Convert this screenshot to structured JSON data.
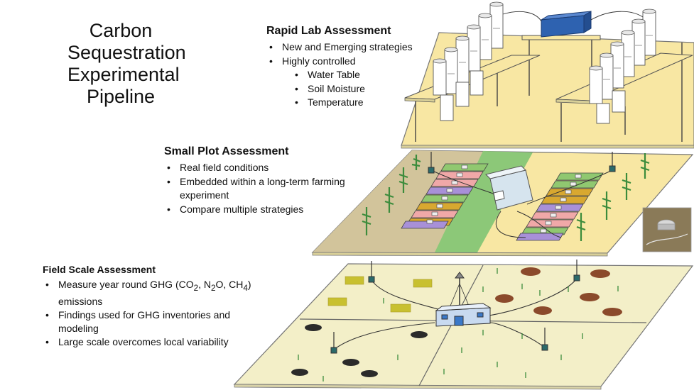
{
  "title": {
    "lines": [
      "Carbon",
      "Sequestration",
      "Experimental",
      "Pipeline"
    ]
  },
  "lab": {
    "heading": "Rapid Lab Assessment",
    "bullets": [
      "New and Emerging strategies",
      "Highly controlled"
    ],
    "sub_bullets": [
      "Water Table",
      "Soil Moisture",
      "Temperature"
    ]
  },
  "plot": {
    "heading": "Small Plot Assessment",
    "bullets": [
      "Real field conditions",
      "Embedded within a long-term farming experiment",
      "Compare multiple strategies"
    ]
  },
  "field": {
    "heading": "Field Scale Assessment",
    "bullet1_prefix": "Measure year round GHG (CO",
    "bullet1_sub1": "2",
    "bullet1_mid1": ", N",
    "bullet1_sub2": "2",
    "bullet1_mid2": "O, CH",
    "bullet1_sub3": "4",
    "bullet1_suffix": ") emissions",
    "bullets": [
      "Findings used for GHG inventories and modeling",
      "Large scale overcomes local variability"
    ]
  },
  "colors": {
    "platform_yellow": "#f8e7a3",
    "plot_tan": "#d2c49b",
    "plot_green": "#8cc878",
    "field_green": "#f3efc8",
    "soil_pile": "#8b4a2b",
    "dark_pile": "#2b2b2b",
    "building_blue": "#c8daf0",
    "lab_box_blue": "#2e62b0",
    "plot_pink": "#f0a8a8",
    "plot_purple": "#a890d8",
    "plot_gold": "#d8a830",
    "plot_lightgreen": "#90c870",
    "corn_green": "#3c8c3c"
  }
}
